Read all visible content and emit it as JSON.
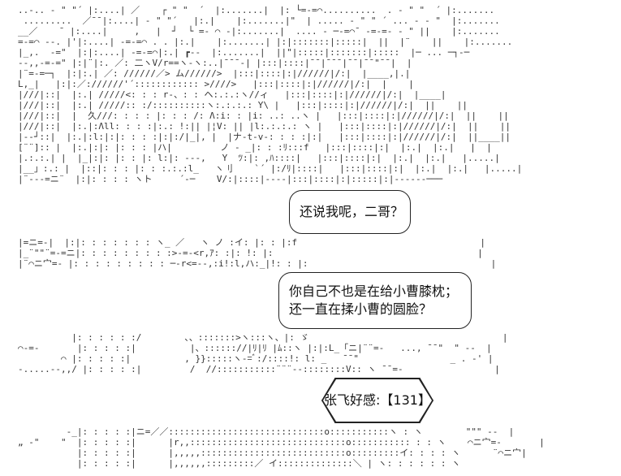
{
  "art_lines": [
    "..-.. - \" \"´ |:....| ／    ┌ \" \"  ´  |:.......|  |: └=‐=⌒..........  . - \" \"  ´ |:.......",
    " .........  ／¯¯|:....| - \" \"´   |:.|    |:.......|\"  | ..... - \" \" ´ ... - - \"  |:.......",
    "__／    ¯ |:....|     ,   |  ┘  └ =- ⌒ ‐|:.......|  .... - ─‐=⌒¯ ‐=‐=- - \" ||    |:.......",
    "=‐=⌒ -‐. |'|:....| ‐=‐=⌒ . . |:.|    |:.......| |:|:::::::|:::::|  ||  |¨    ||    |:.......",
    "|_,.  ‐=\"  |:|:....| ‐=‐=⌒|:.| ┏‐‐  |:.......|  ||\"|:::::|:::::::|:::::  |─ ... ─┐‐─",
    "‐-,,‐=‐=\" |:|¨|:. ／: 二ヽV/r==ヽ‐ヽ:..|¯¯¯‐| |:::|::::|¯¯|¯¯¯|¯¯|¯¯\"¯¯|  |",
    "|¨=‐=─┐  |:|:.| ／: //////／> ム//////>  |:::|::::|:|//////|/:|  |____,|.|",
    "L,_|   |:|:／://////'´:::::::::::: >////>   |:::|::::|:|//////|/:|  |    |",
    "|///|::|  |:.| /////<: : : r‐、: : ヘ:.:.:ヽ//ィ   |:::|::::|:|//////|/:|  |____|",
    "|///|::|  |:.| /////:: :/::::::::::ヽ:.:.:.: Y\\ |   |:::|::::|:|//////|/:|  ||    ||",
    "|///|::|  |  久///: : : : |: : : /: Λ:i: : |i: ..: ..ヽ |   |:::|::::|:|//////|/:|  ||    ||",
    "|///|::|  |:.|:Λll: : : :|:.: !:|| |¦V: || |l:.:.:.: ヽ |   |:::|::::|:|//////|/:|  ||    ||",
    "|‐‐┘::|  |:.|:l:|:|: : : :|:|:/|_|, |  |ナ‐t‐v‐: : : :|:|   |:::|::::|:|//////|/:|  ||____||",
    "[¨¨]:: |  |:.|:|: |: : : |ハ|         ノ ‐ _|: : :ﾘ:::f   |:::|::::|:|  |:.|  |:.|   |  |",
    "|.:.:.| |  |_|:|: |: : |: l:|: ‐‐‐,   Y  ﾂ:|: ,ﾊ::::|   |:::|::::|:|  |:.|  |:.|   |.....|",
    "|__」:.: |  |::|: : : |: : :.:.:l_   ヽ刂    `´ |:/ﾘ|::::|   |:::|::::|:|  |:.|  |:.|   |.....|",
    "|¨‐‐‐=ニ¨  |:|: : : : ヽト     ´‐─    V/:|::::|‐‐‐‐|:::|::::|:|:::::|:|‐‐‐‐‐‐───",
    "|=ニ=‐|  |:|: : : : : : : ヽ_ ／   ヽ ノ :イ: |: : |:f                                  |",
    "|_¨\"\"¨=‐=ニ|: : : : : : : : :>‐=‐<r,ｱ: :|: !: |:                                      |",
    "|¨⌒ニ宀=‐ |: : : : : : : : : ─‐r<=‐‐,:i!:l,ハ:_|!: : |:                                  |",
    "          |: : : : : :/        、、:::::::>ヽ:::ヽ、|: ゞ                                    |",
    "⌒‐=‐       |: : : : :|          |、:::::://|ﾘ|ﾘ |ﾑ::ヽ |:|:L_「ニ|¨¨=‐   ..., ¯¯\"  \" ‐‐  |",
    "        ⌒ |: : : : :|          , }}:::::ヽ‐=ﾞ:/::::!: l: _   ¯¯\"                 _ . -' |",
    "-.....‐-,,/ |: : : : :|         /  //:::::::::::¨¨¨‐‐::::::::V:: ヽ ¯¯=‐                 |",
    "         ‐_|: : : : :|ニ=／／:::::::::::::::::::::::::::::o:::::::::::ヽ : ヽ        \"\"\" ‐‐  |",
    "„ ‐\"    \"  |: : : : :|      |r,,:::::::::::::::::::::::::::::o::::::::::: : : ヽ    ⌒ニ宀=‐       |",
    "           |: : : : :|      |,,,,,:::::::::::::::::::::::::::o:::::::::イ: : : : ヽ      ¨⌒ニ宀|",
    "           |: : : : :|      |,,,,,,:::::::::／ イ::::::::::::::＼ | ヽ: : : : : : ヽ"
  ],
  "dialogue": {
    "bubble_1": "还说我呢，二哥？",
    "bubble_2_line_1": "你自己不也是在给小曹膝枕；",
    "bubble_2_line_2": "还一直在揉小曹的圆脸？",
    "status": "张飞好感:【131】"
  }
}
